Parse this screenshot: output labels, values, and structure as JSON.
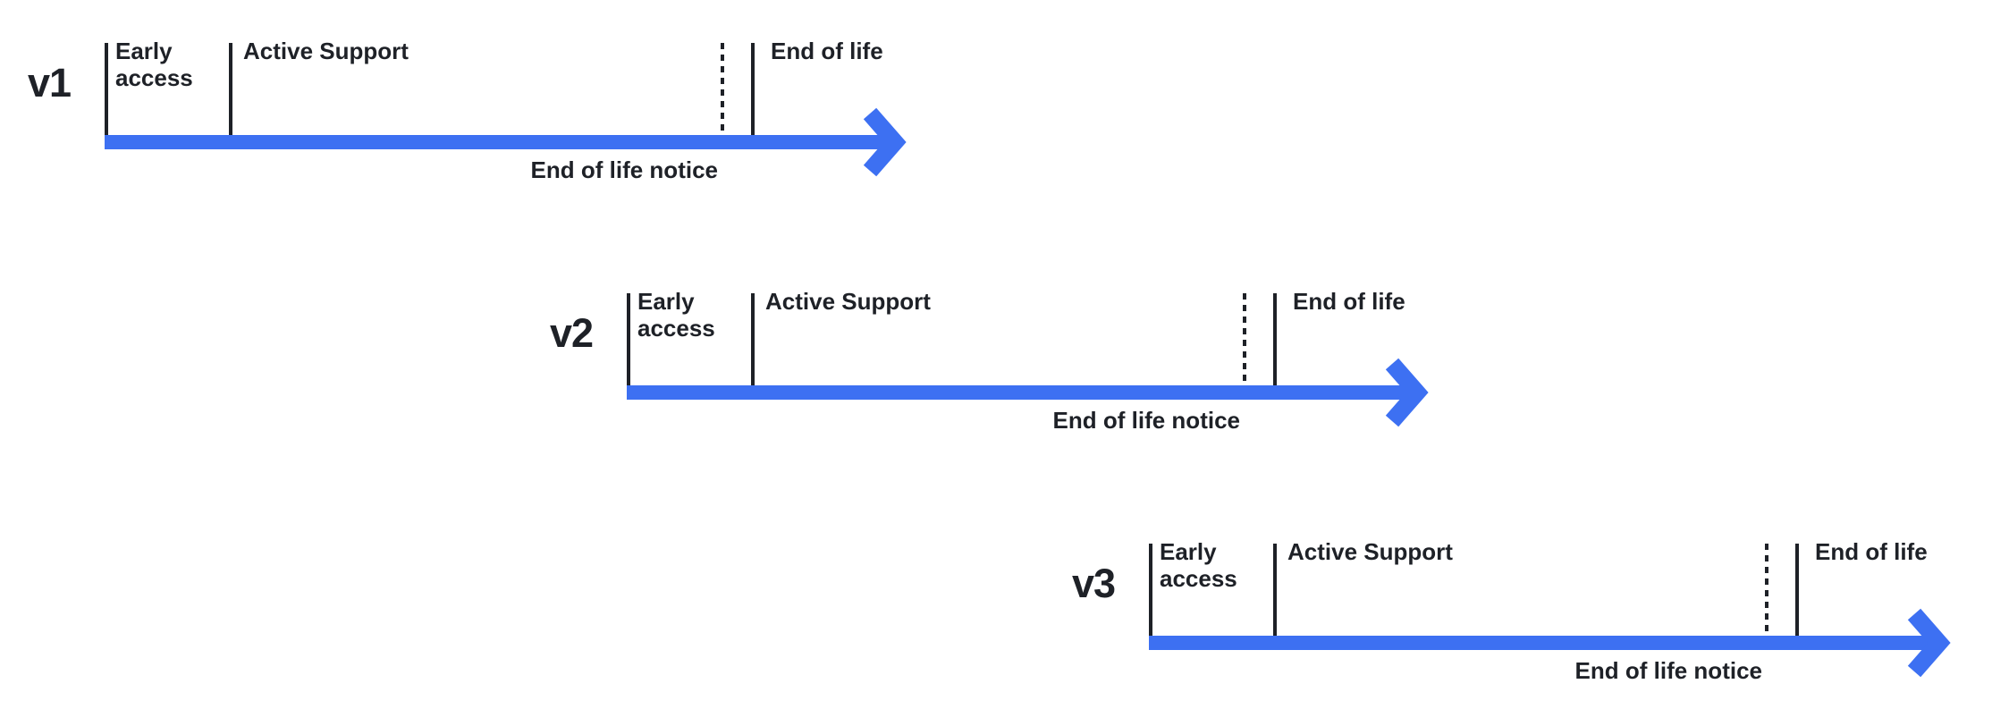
{
  "colors": {
    "arrow_blue": "#3d70f2",
    "ink": "#1e2127"
  },
  "timelines": [
    {
      "version": "v1",
      "phases": {
        "early_access": "Early access",
        "active_support": "Active Support",
        "end_of_life": "End of life",
        "end_of_life_notice": "End of life notice"
      }
    },
    {
      "version": "v2",
      "phases": {
        "early_access": "Early access",
        "active_support": "Active Support",
        "end_of_life": "End of life",
        "end_of_life_notice": "End of life notice"
      }
    },
    {
      "version": "v3",
      "phases": {
        "early_access": "Early access",
        "active_support": "Active Support",
        "end_of_life": "End of life",
        "end_of_life_notice": "End of life notice"
      }
    }
  ]
}
